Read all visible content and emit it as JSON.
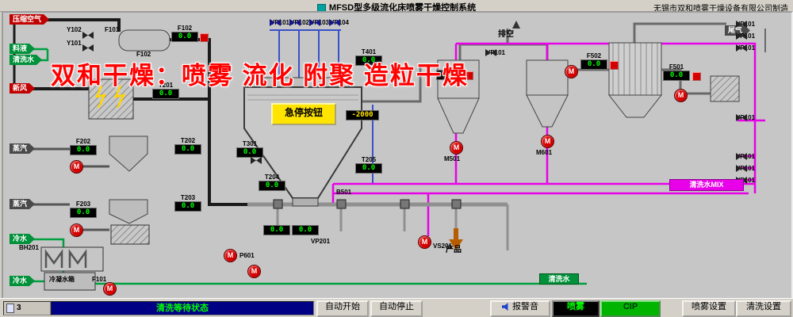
{
  "title_bar": {
    "title": "MFSD型多级流化床喷雾干燥控制系统",
    "manufacturer": "无锡市双和喷雾干燥设备有限公司制造"
  },
  "watermark": "双和干燥：喷雾 流化 附聚 造粒干燥",
  "pump_letter": "M",
  "colors": {
    "display_green": "#00ff00",
    "display_yellow": "#ffe400",
    "pipe_magenta": "#e800e8",
    "pipe_green": "#00a040",
    "pipe_blue": "#3a50c8",
    "alarm_red": "#d40000",
    "status_bg": "#000085",
    "status_text": "#00ff00",
    "cip_green": "#00b400"
  },
  "inlets": [
    {
      "label": "压缩空气",
      "color": "#c00000"
    },
    {
      "label": "料液",
      "color": "#00913a"
    },
    {
      "label": "清洗水",
      "color": "#00913a"
    },
    {
      "label": "新风",
      "color": "#c00000"
    },
    {
      "label": "蒸汽",
      "color": "#4a4a4a"
    },
    {
      "label": "蒸汽",
      "color": "#4a4a4a"
    },
    {
      "label": "冷水",
      "color": "#00913a"
    },
    {
      "label": "冷水",
      "color": "#00913a"
    }
  ],
  "instruments": [
    {
      "tag": "F102",
      "value": "0.0"
    },
    {
      "tag": "T201",
      "value": "0.0"
    },
    {
      "tag": "F202",
      "value": "0.0"
    },
    {
      "tag": "T202",
      "value": "0.0"
    },
    {
      "tag": "T301",
      "value": "0.0"
    },
    {
      "tag": "F203",
      "value": "0.0"
    },
    {
      "tag": "T203",
      "value": "0.0"
    },
    {
      "tag": "T204",
      "value": "0.0"
    },
    {
      "tag": "T205",
      "value": "0.0"
    },
    {
      "tag": "T401",
      "value": "0.0"
    },
    {
      "tag": "",
      "value": "-2000"
    },
    {
      "tag": "",
      "value": "0.0"
    },
    {
      "tag": "F502",
      "value": "0.0"
    },
    {
      "tag": "F501",
      "value": "0.0"
    },
    {
      "tag": "",
      "value": "0.0"
    },
    {
      "tag": "",
      "value": "0.0"
    }
  ],
  "valves_top": [
    "VP101",
    "VP102",
    "VP103",
    "VP104"
  ],
  "right_valves": [
    "VP101",
    "VP101",
    "VP101",
    "VP101",
    "VP101",
    "VP101",
    "VP101"
  ],
  "tags": {
    "y102": "Y102",
    "f101_top": "F101",
    "y101": "Y101",
    "f102_vessel": "F102",
    "vp_mid": "VP101",
    "b501": "B501",
    "m501": "M501",
    "m601": "M601",
    "vp201": "VP201",
    "vs201": "VS201",
    "p601": "P601",
    "bh201": "BH201",
    "f101_bottom": "F101",
    "condensate_tank": "冷凝水箱"
  },
  "badges": {
    "vent": "排空",
    "tail_gas": "尾气",
    "product": "产品",
    "cip_mix": "清洗水MIX",
    "cip_water": "清洗水"
  },
  "emergency_stop": "急停按钮",
  "status_bar": {
    "counter": "3",
    "status": "清洗等待状态"
  },
  "buttons": {
    "auto_start": "自动开始",
    "auto_stop": "自动停止",
    "alarm": "报警音",
    "spray": "喷雾",
    "cip": "CIP",
    "spray_settings": "喷雾设置",
    "clean_settings": "清洗设置"
  }
}
